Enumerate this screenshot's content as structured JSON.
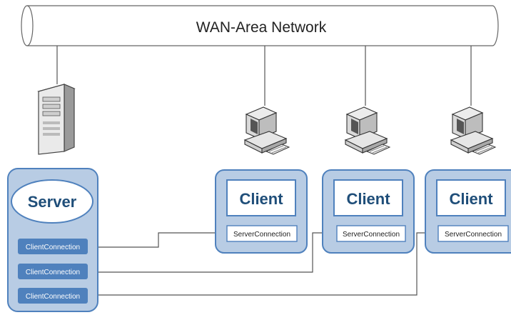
{
  "network": {
    "label": "WAN-Area Network"
  },
  "server": {
    "title": "Server",
    "connections": [
      "ClientConnection",
      "ClientConnection",
      "ClientConnection"
    ]
  },
  "clients": [
    {
      "title": "Client",
      "connection": "ServerConnection"
    },
    {
      "title": "Client",
      "connection": "ServerConnection"
    },
    {
      "title": "Client",
      "connection": "ServerConnection"
    }
  ],
  "icons": {
    "server_machine": "server-tower-icon",
    "client_machine": "desktop-computer-icon"
  },
  "colors": {
    "box_fill": "#b8cce4",
    "box_stroke": "#4f81bd",
    "connection_fill": "#4f81bd",
    "title_text": "#1f4e79",
    "line": "#555555"
  }
}
